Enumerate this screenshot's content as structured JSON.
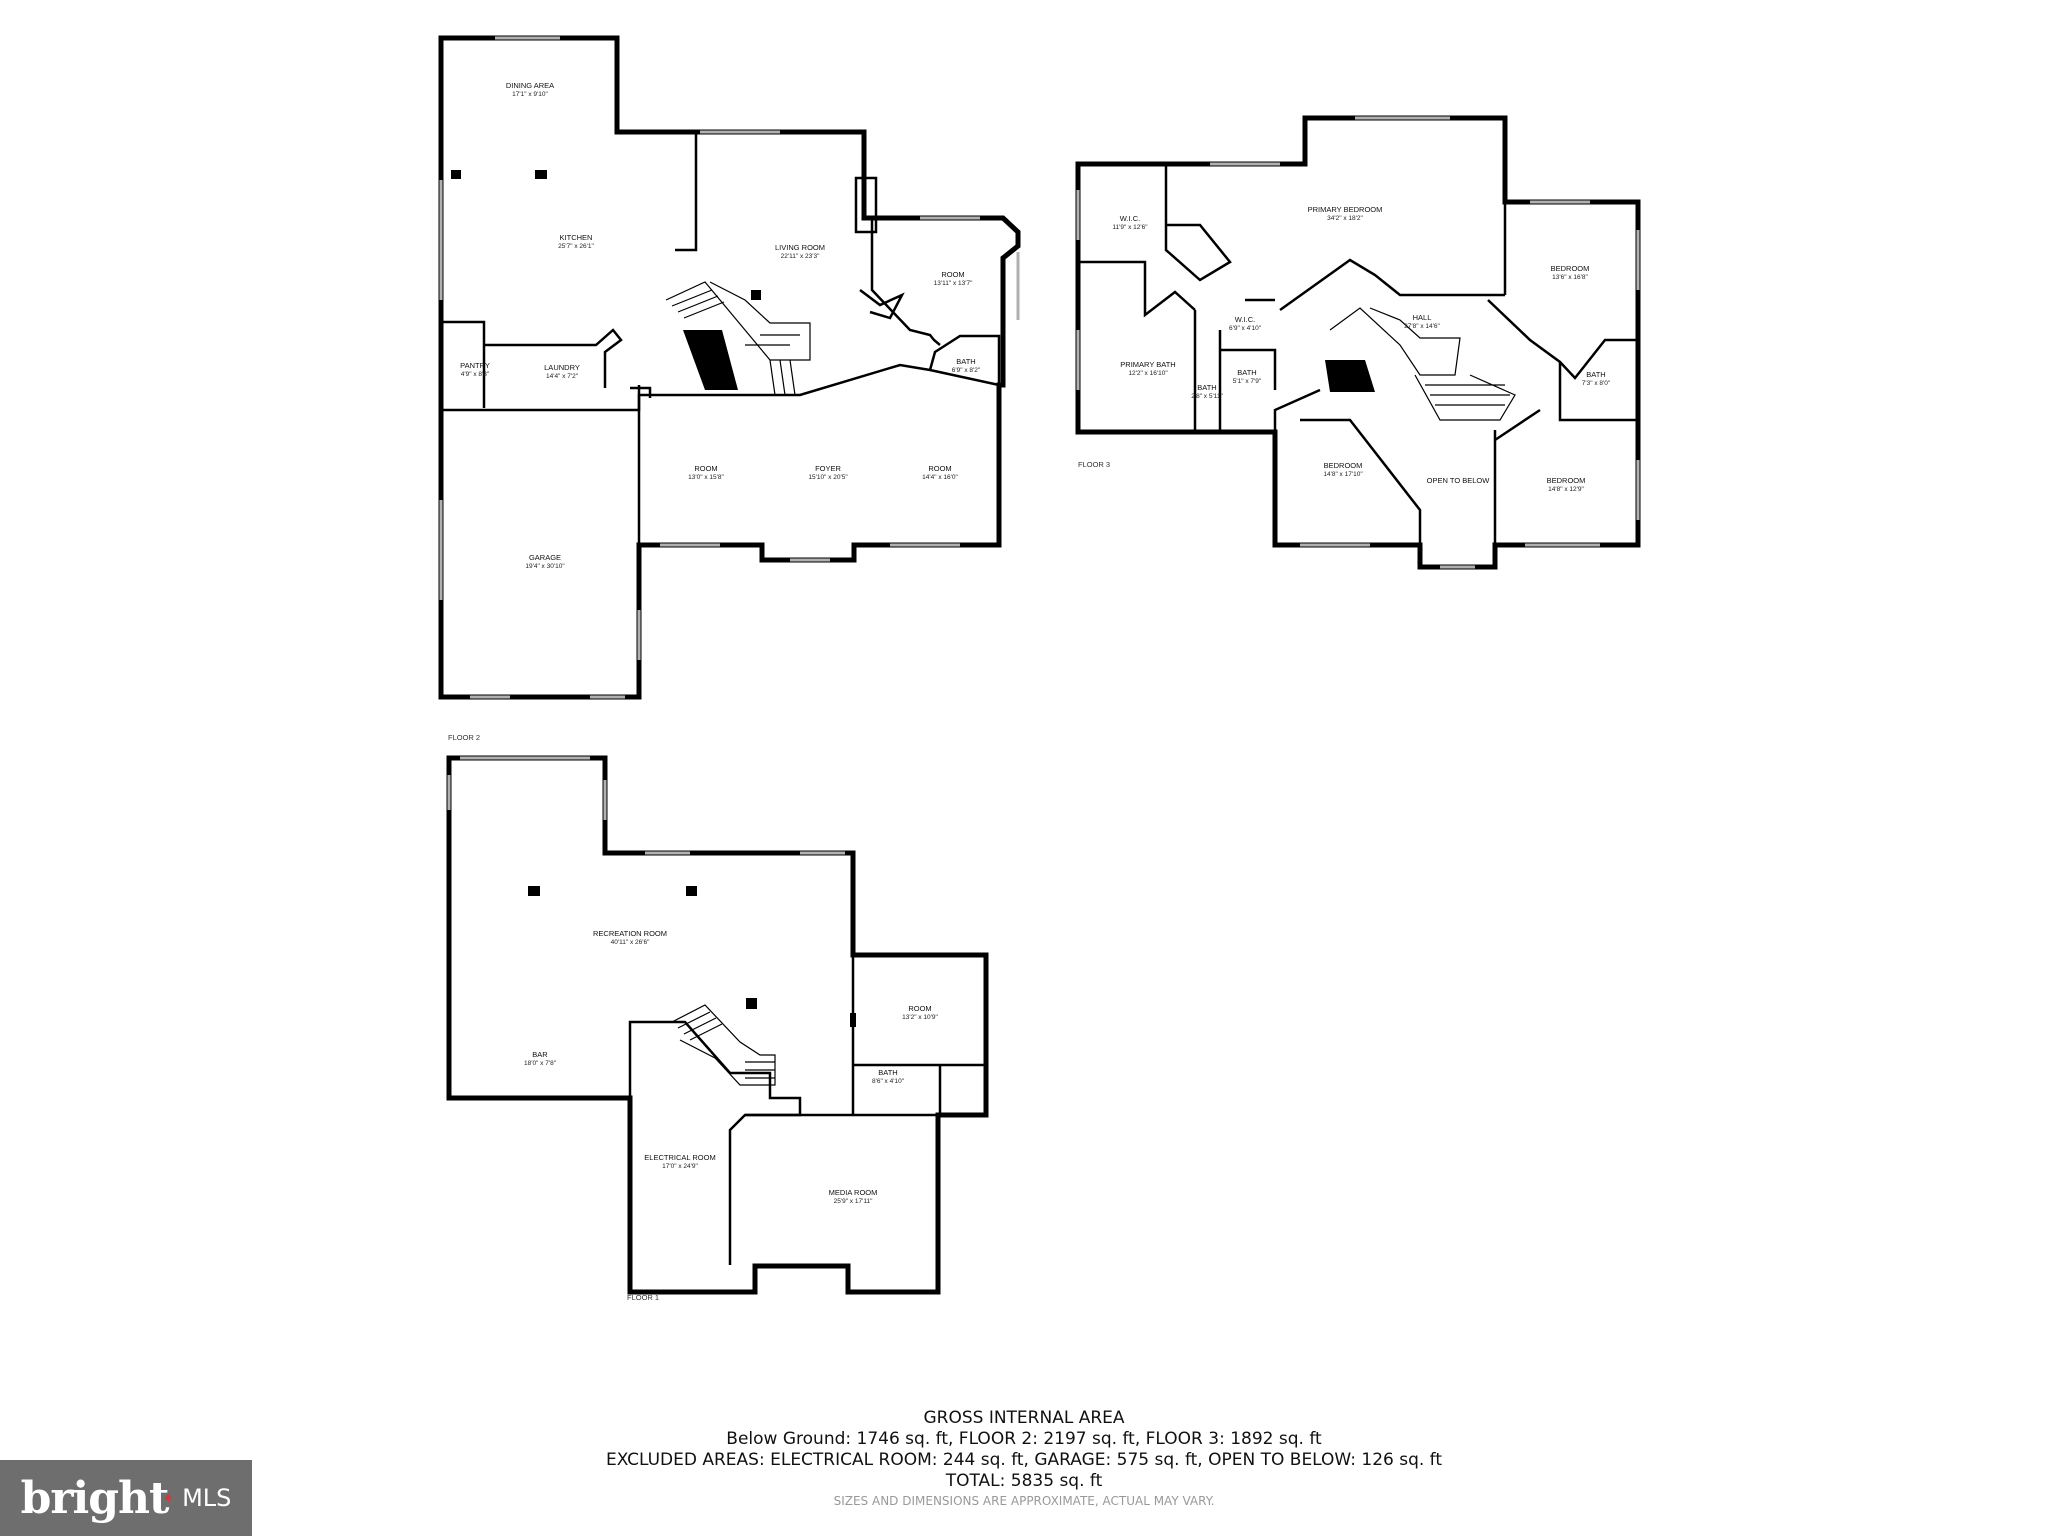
{
  "floors": {
    "floor2": {
      "label": "FLOOR 2",
      "rooms": [
        {
          "name": "DINING AREA",
          "dims": "17'1\" x 9'10\""
        },
        {
          "name": "KITCHEN",
          "dims": "25'7\" x 26'1\""
        },
        {
          "name": "LIVING ROOM",
          "dims": "22'11\" x 23'3\""
        },
        {
          "name": "ROOM",
          "dims": "13'11\" x 13'7\""
        },
        {
          "name": "PANTRY",
          "dims": "4'9\" x 8'8\""
        },
        {
          "name": "LAUNDRY",
          "dims": "14'4\" x 7'2\""
        },
        {
          "name": "BATH",
          "dims": "6'9\" x 8'2\""
        },
        {
          "name": "ROOM",
          "dims": "13'0\" x 15'8\""
        },
        {
          "name": "FOYER",
          "dims": "15'10\" x 20'5\""
        },
        {
          "name": "ROOM",
          "dims": "14'4\" x 16'0\""
        },
        {
          "name": "GARAGE",
          "dims": "19'4\" x 30'10\""
        }
      ]
    },
    "floor3": {
      "label": "FLOOR 3",
      "rooms": [
        {
          "name": "W.I.C.",
          "dims": "11'9\" x 12'6\""
        },
        {
          "name": "PRIMARY BEDROOM",
          "dims": "34'2\" x 18'2\""
        },
        {
          "name": "BEDROOM",
          "dims": "13'6\" x 16'8\""
        },
        {
          "name": "W.I.C.",
          "dims": "6'9\" x 4'10\""
        },
        {
          "name": "HALL",
          "dims": "27'8\" x 14'6\""
        },
        {
          "name": "PRIMARY BATH",
          "dims": "12'2\" x 16'10\""
        },
        {
          "name": "BATH",
          "dims": "5'1\" x 7'9\""
        },
        {
          "name": "BATH",
          "dims": "2'8\" x 5'11\""
        },
        {
          "name": "BATH",
          "dims": "7'3\" x 8'0\""
        },
        {
          "name": "BEDROOM",
          "dims": "14'8\" x 17'10\""
        },
        {
          "name": "OPEN TO BELOW",
          "dims": ""
        },
        {
          "name": "BEDROOM",
          "dims": "14'8\" x 12'9\""
        }
      ]
    },
    "floor1": {
      "label": "FLOOR 1",
      "rooms": [
        {
          "name": "RECREATION ROOM",
          "dims": "40'11\" x 26'6\""
        },
        {
          "name": "ROOM",
          "dims": "13'2\" x 10'9\""
        },
        {
          "name": "BATH",
          "dims": "8'6\" x 4'10\""
        },
        {
          "name": "BAR",
          "dims": "18'0\" x 7'8\""
        },
        {
          "name": "ELECTRICAL ROOM",
          "dims": "17'0\" x 24'9\""
        },
        {
          "name": "MEDIA ROOM",
          "dims": "25'9\" x 17'11\""
        }
      ]
    }
  },
  "area_summary": {
    "title": "GROSS INTERNAL AREA",
    "line1": "Below Ground: 1746 sq. ft, FLOOR 2: 2197 sq. ft, FLOOR 3: 1892 sq. ft",
    "line2": "EXCLUDED AREAS: ELECTRICAL ROOM: 244 sq. ft, GARAGE: 575 sq. ft, OPEN TO BELOW: 126 sq. ft",
    "line3": "TOTAL: 5835 sq. ft",
    "note": "SIZES AND DIMENSIONS ARE APPROXIMATE, ACTUAL MAY VARY."
  },
  "logo": {
    "brand": "bright",
    "suffix": "MLS"
  },
  "colors": {
    "wall": "#000000",
    "window": "#b0b0b0",
    "logo_bg": "#6e6e6e",
    "logo_star": "#e0303a",
    "note": "#999999"
  }
}
